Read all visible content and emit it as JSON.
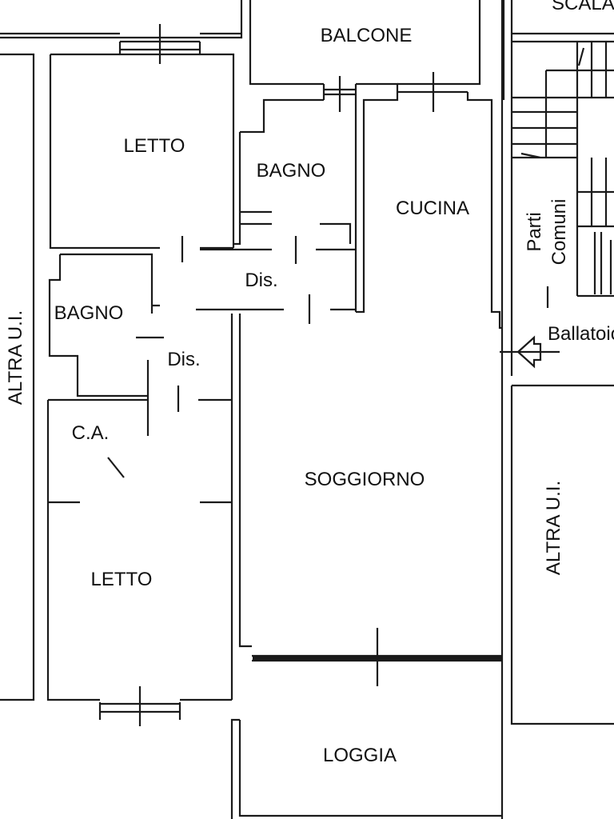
{
  "rooms": {
    "scala": "SCALA",
    "balcone": "BALCONE",
    "letto_top": "LETTO",
    "bagno_top": "BAGNO",
    "cucina": "CUCINA",
    "dis_top": "Dis.",
    "bagno_left": "BAGNO",
    "dis_left": "Dis.",
    "ca": "C.A.",
    "soggiorno": "SOGGIORNO",
    "letto_bottom": "LETTO",
    "loggia": "LOGGIA",
    "altra_left": "ALTRA U.I.",
    "altra_right": "ALTRA U.I.",
    "parti": "Parti",
    "comuni": "Comuni",
    "ballatoio": "Ballatoio"
  },
  "colors": {
    "line": "#1a1a1a",
    "background": "#ffffff"
  }
}
